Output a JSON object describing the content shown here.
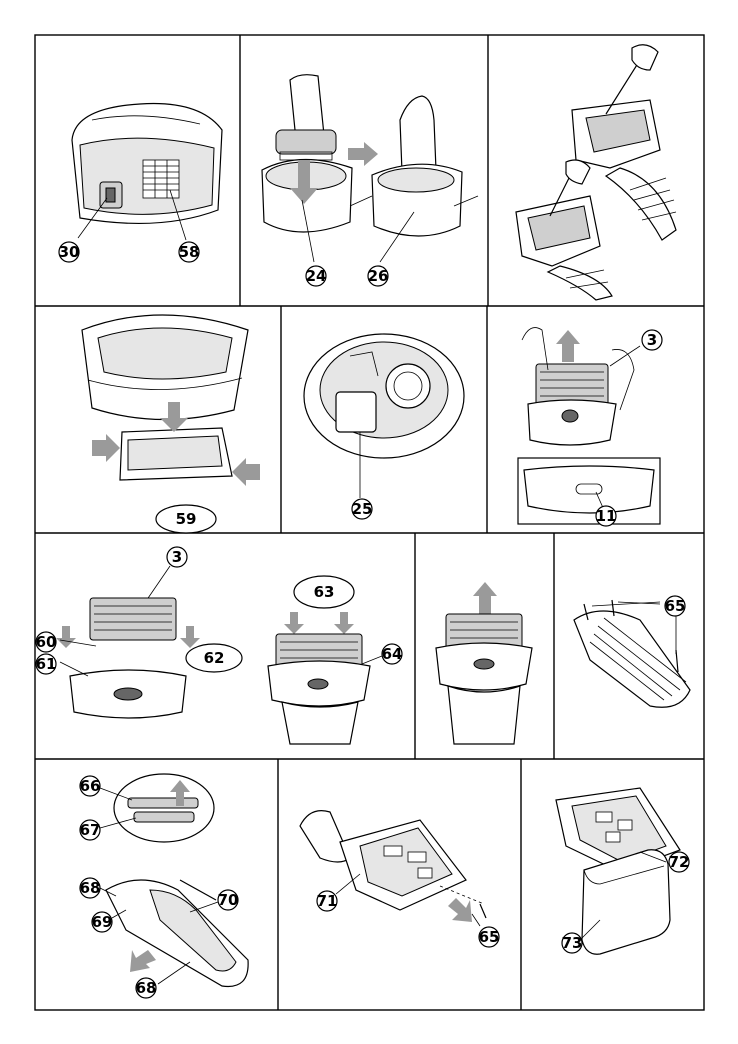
{
  "labels": {
    "l30": "30",
    "l58": "58",
    "l24": "24",
    "l26": "26",
    "l59": "59",
    "l25": "25",
    "l3a": "3",
    "l11": "11",
    "l3b": "3",
    "l60": "60",
    "l61": "61",
    "l62": "62",
    "l63": "63",
    "l64": "64",
    "l65a": "65",
    "l66": "66",
    "l67": "67",
    "l68a": "68",
    "l68b": "68",
    "l69": "69",
    "l70": "70",
    "l71": "71",
    "l65b": "65",
    "l72": "72",
    "l73": "73"
  },
  "colors": {
    "arrow": "#9a9a9a",
    "line": "#000000",
    "paper": "#ffffff"
  }
}
